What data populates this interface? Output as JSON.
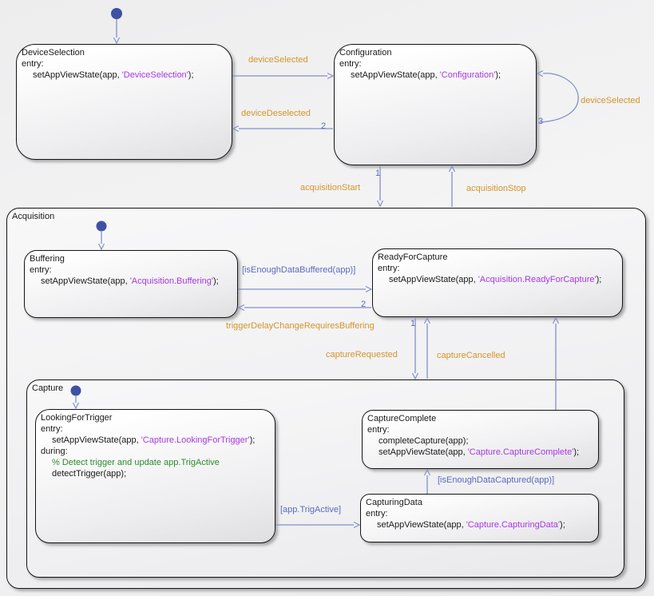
{
  "colors": {
    "event_label": "#D4952B",
    "condition_label": "#5A6ABF",
    "string_literal": "#A838E0",
    "comment": "#2D8B2D",
    "transition_line": "#8290C6",
    "initial_dot": "#3E51A3",
    "state_border": "#141414"
  },
  "containers": {
    "acquisition": {
      "title": "Acquisition"
    },
    "capture": {
      "title": "Capture"
    }
  },
  "states": {
    "deviceSelection": {
      "title": "DeviceSelection",
      "entry_label": "entry:",
      "code": {
        "pre": "setAppViewState(app, ",
        "str": "'DeviceSelection'",
        "post": ");"
      }
    },
    "configuration": {
      "title": "Configuration",
      "entry_label": "entry:",
      "code": {
        "pre": "setAppViewState(app, ",
        "str": "'Configuration'",
        "post": ");"
      }
    },
    "buffering": {
      "title": "Buffering",
      "entry_label": "entry:",
      "code": {
        "pre": "setAppViewState(app, ",
        "str": "'Acquisition.Buffering'",
        "post": ");"
      }
    },
    "readyForCapture": {
      "title": "ReadyForCapture",
      "entry_label": "entry:",
      "code": {
        "pre": "setAppViewState(app, ",
        "str": "'Acquisition.ReadyForCapture'",
        "post": ");"
      }
    },
    "lookingForTrigger": {
      "title": "LookingForTrigger",
      "entry_label": "entry:",
      "code": {
        "pre": "setAppViewState(app, ",
        "str": "'Capture.LookingForTrigger'",
        "post": ");"
      },
      "during_label": "during:",
      "comment": "% Detect trigger and update app.TrigActive",
      "code2": "detectTrigger(app);"
    },
    "captureComplete": {
      "title": "CaptureComplete",
      "entry_label": "entry:",
      "code1": "completeCapture(app);",
      "code": {
        "pre": "setAppViewState(app, ",
        "str": "'Capture.CaptureComplete'",
        "post": ");"
      }
    },
    "capturingData": {
      "title": "CapturingData",
      "entry_label": "entry:",
      "code": {
        "pre": "setAppViewState(app, ",
        "str": "'Capture.CapturingData'",
        "post": ");"
      }
    }
  },
  "transitions": {
    "device_selected": "deviceSelected",
    "device_deselected": "deviceDeselected",
    "device_selected_loop": "deviceSelected",
    "acquisition_start": "acquisitionStart",
    "acquisition_stop": "acquisitionStop",
    "is_enough_data_buffered": "[isEnoughDataBuffered(app)]",
    "trigger_delay": "triggerDelayChangeRequiresBuffering",
    "capture_requested": "captureRequested",
    "capture_cancelled": "captureCancelled",
    "is_enough_data_captured": "[isEnoughDataCaptured(app)]",
    "app_trig_active": "[app.TrigActive]",
    "order_numbers": {
      "device_deselected": "2",
      "self_loop": "3",
      "acquisition_start": "1",
      "ready_to_buffering": "2",
      "capture_requested": "1"
    }
  }
}
